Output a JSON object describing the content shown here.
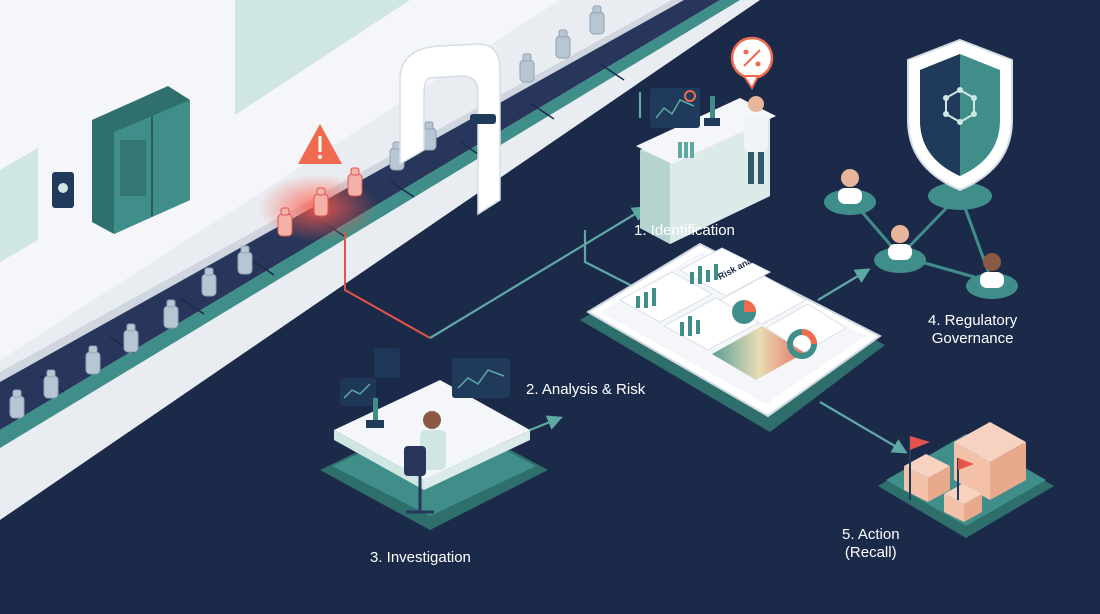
{
  "colors": {
    "background": "#1c2a4a",
    "teal": "#3f8e8a",
    "teal_light": "#cfe6e3",
    "alert_red": "#e4534a",
    "warning_orange": "#f06a4f",
    "box_pink": "#f2c1a8",
    "white_surface": "#eef1f5",
    "label_text": "#ffffff"
  },
  "steps": {
    "identification": {
      "label": "1. Identification"
    },
    "analysis": {
      "label": "2. Analysis & Risk"
    },
    "investigation": {
      "label": "3. Investigation"
    },
    "governance": {
      "line1": "4. Regulatory",
      "line2": "Governance"
    },
    "action": {
      "line1": "5. Action",
      "line2": "(Recall)"
    }
  },
  "dashboard": {
    "title": "Risk analytics"
  },
  "icons": {
    "alert": "warning-triangle-icon",
    "lab_bubble": "percent-bubble-icon",
    "shield": "network-shield-icon",
    "flag": "recall-flag-icon"
  }
}
